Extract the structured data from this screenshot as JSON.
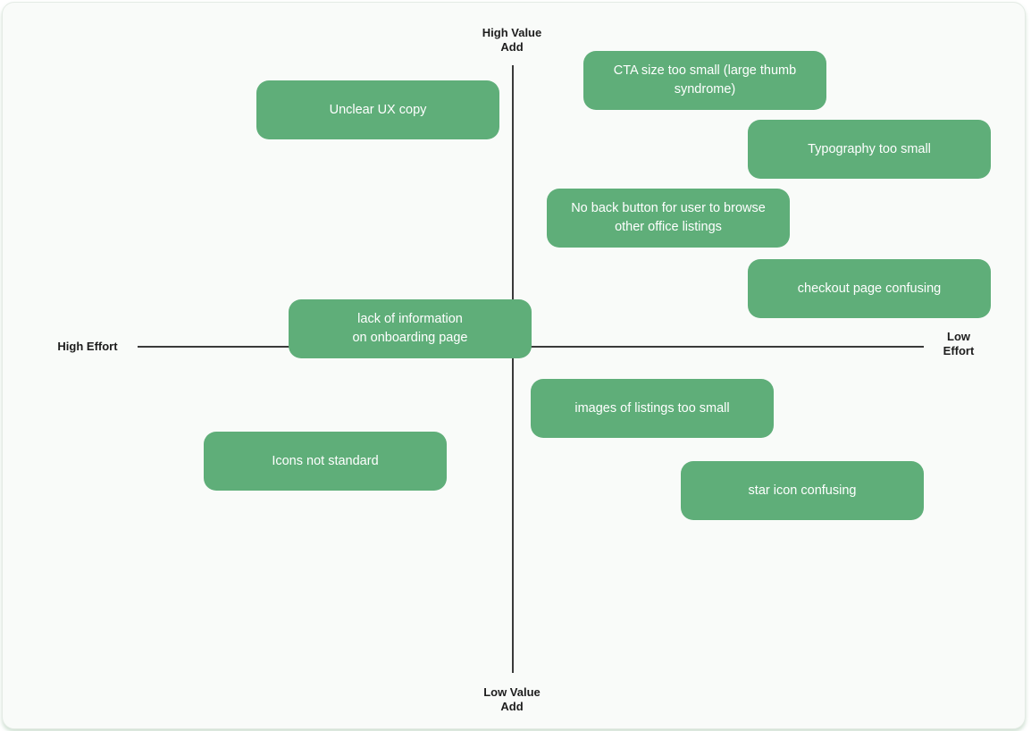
{
  "axes": {
    "top": "High Value\nAdd",
    "bottom": "Low Value\nAdd",
    "left": "High Effort",
    "right": "Low\nEffort"
  },
  "notes": [
    {
      "id": "cta-size",
      "text": "CTA size too small (large thumb\nsyndrome)"
    },
    {
      "id": "unclear-ux-copy",
      "text": "Unclear UX copy"
    },
    {
      "id": "typography",
      "text": "Typography too small"
    },
    {
      "id": "no-back-button",
      "text": "No back button for user to browse\nother office listings"
    },
    {
      "id": "checkout-page",
      "text": "checkout page confusing"
    },
    {
      "id": "lack-of-information",
      "text": "lack of information\non onboarding page"
    },
    {
      "id": "images-of-listings",
      "text": "images of listings too small"
    },
    {
      "id": "icons-not-standard",
      "text": "Icons not standard"
    },
    {
      "id": "star-icon",
      "text": "star icon confusing"
    }
  ]
}
